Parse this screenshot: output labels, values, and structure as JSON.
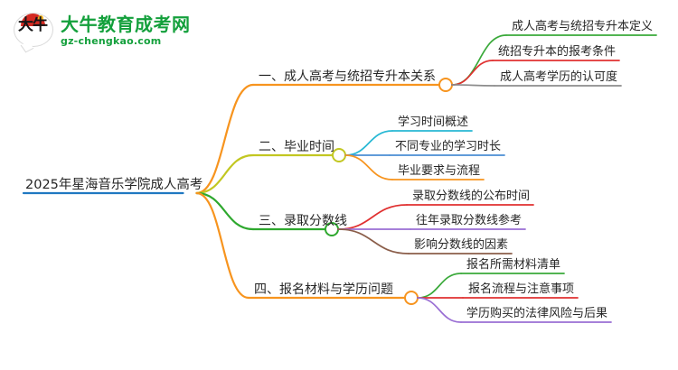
{
  "logo": {
    "mark_text": "大牛",
    "title": "大牛教育成考网",
    "domain": "gz-chengkao.com",
    "brand_green": "#14a03c",
    "brand_red": "#d42a22"
  },
  "mindmap": {
    "root": {
      "label": "2025年星海音乐学院成人高考",
      "color": "#1f78c1"
    },
    "branches": [
      {
        "label": "一、成人高考与统招专升本关系",
        "color": "#f7941e",
        "children": [
          {
            "label": "成人高考与统招专升本定义",
            "color": "#3aa93a"
          },
          {
            "label": "统招专升本的报考条件",
            "color": "#e03030"
          },
          {
            "label": "成人高考学历的认可度",
            "color": "#8c8c8c"
          }
        ]
      },
      {
        "label": "二、毕业时间",
        "color": "#c2c721",
        "children": [
          {
            "label": "学习时间概述",
            "color": "#27b8d4"
          },
          {
            "label": "不同专业的学习时长",
            "color": "#4b8fd4"
          },
          {
            "label": "毕业要求与流程",
            "color": "#f7941e"
          }
        ]
      },
      {
        "label": "三、录取分数线",
        "color": "#2ea82e",
        "children": [
          {
            "label": "录取分数线的公布时间",
            "color": "#e03030"
          },
          {
            "label": "往年录取分数线参考",
            "color": "#9a6fd4"
          },
          {
            "label": "影响分数线的因素",
            "color": "#8b5e4a"
          }
        ]
      },
      {
        "label": "四、报名材料与学历问题",
        "color": "#f7941e",
        "children": [
          {
            "label": "报名所需材料清单",
            "color": "#3aa93a"
          },
          {
            "label": "报名流程与注意事项",
            "color": "#e03030"
          },
          {
            "label": "学历购买的法律风险与后果",
            "color": "#9a6fd4"
          }
        ]
      }
    ]
  }
}
